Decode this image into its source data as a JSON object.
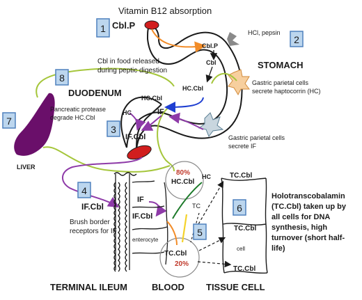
{
  "title": "Vitamin B12 absorption",
  "colors": {
    "box_fill": "#bcd6ee",
    "box_stroke": "#4f81bd",
    "orange": "#f28c28",
    "green": "#a5c63b",
    "purple": "#8e3aa8",
    "blue": "#1f3fd1",
    "red": "#d11e1e",
    "liver": "#6a0f6a",
    "gray": "#8a8a8a",
    "yellow": "#f4d22a",
    "dark_green": "#1d7a2a"
  },
  "steps": [
    "1",
    "2",
    "3",
    "4",
    "5",
    "6",
    "7",
    "8"
  ],
  "labels": {
    "cbl_p_mouth": "Cbl.P",
    "cbl_p_stomach": "Cbl.P",
    "cbl_stomach": "Cbl",
    "hcl_pepsin": "HCl, pepsin",
    "cbl_released": "Cbl in food released\nduring peptic digestion",
    "stomach": "STOMACH",
    "hc_cbl_stomach": "HC.Cbl",
    "gastric_hc": "Gastric parietal cells\nsecrete haptocorrin (HC)",
    "duodenum": "DUODENUM",
    "hc_cbl_duod": "HC.Cbl",
    "pancreatic": "Pancreatic protease\ndegrade HC.Cbl",
    "hc": "HC",
    "if_": "IF",
    "if_cbl_duod": "IF.Cbl",
    "gastric_if": "Gastric parietal cells\nsecrete IF",
    "liver": "LIVER",
    "pct_80": "80%",
    "hc_cbl_blood": "HC.Cbl",
    "hc_blood": "HC",
    "tc_cbl_tissue_top": "TC.Cbl",
    "if_cbl_ileum": "IF.Cbl",
    "if_ileum": "IF",
    "if_cbl_entero": "IF.Cbl",
    "tc": "TC",
    "brush_border": "Brush border\nreceptors for IF",
    "enterocyte": "enterocyte",
    "tc_cbl_blood": "TC.Cbl",
    "pct_20": "20%",
    "tc_cbl_tissue_mid": "TC.Cbl",
    "cell": "cell",
    "tc_cbl_tissue_bot": "TC.Cbl",
    "holo": "Holotranscobalamin\n(TC.Cbl) taken up by\nall cells for DNA\nsynthesis, high\nturnover (short half-\nlife)",
    "terminal_ileum": "TERMINAL ILEUM",
    "blood": "BLOOD",
    "tissue_cell": "TISSUE CELL"
  }
}
